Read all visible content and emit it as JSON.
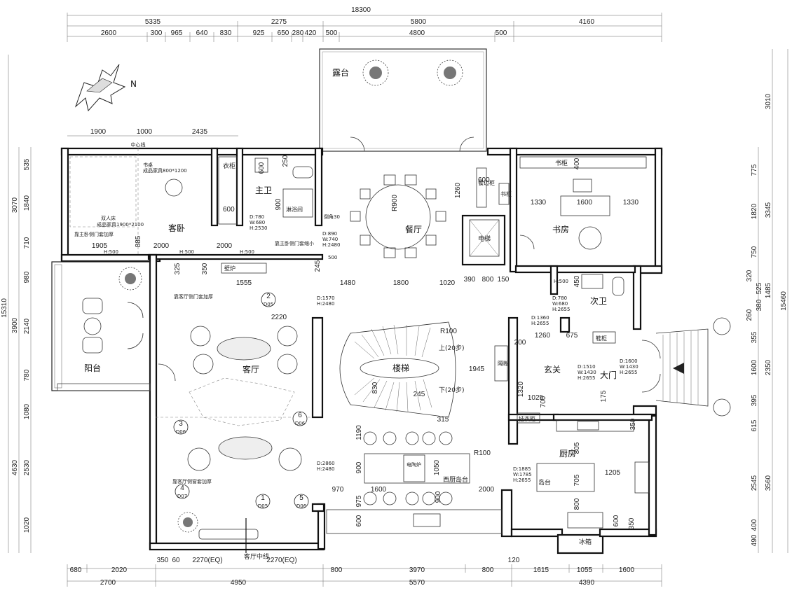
{
  "overall": {
    "width_top": "18300",
    "width_bottom_note": "",
    "height_left": "15310",
    "height_right": "15460"
  },
  "top_dims_row1": [
    "5335",
    "2275",
    "5800",
    "4160"
  ],
  "top_dims_row2": [
    "2600",
    "300",
    "965",
    "640",
    "830",
    "925",
    "650",
    "280",
    "420",
    "500",
    "4800",
    "500"
  ],
  "bedroom_dims_top": [
    "1900",
    "1000",
    "2435"
  ],
  "center_line_label": "中心线",
  "bottom_dims_row1": [
    "680",
    "2020",
    "350",
    "60",
    "2270(EQ)",
    "2270(EQ)",
    "800",
    "3970",
    "800",
    "120",
    "1615",
    "1055",
    "1600"
  ],
  "bottom_dims_row2": [
    "2700",
    "4950",
    "5570",
    "4390"
  ],
  "left_dims_outer": [
    "3070",
    "3900",
    "4630"
  ],
  "left_dims_inner": [
    "535",
    "1840",
    "710",
    "980",
    "2140",
    "780",
    "1080",
    "2530",
    "1020"
  ],
  "right_dims_outer": [
    "3010",
    "3345",
    "1485",
    "2350",
    "3560"
  ],
  "right_dims_inner": [
    "775",
    "1820",
    "750",
    "320",
    "525",
    "380",
    "260",
    "355",
    "1600",
    "395",
    "615",
    "2545",
    "400",
    "490"
  ],
  "rooms": {
    "terrace": "露台",
    "guest_bedroom": "客卧",
    "master_bath": "主卫",
    "shower": "淋浴间",
    "wardrobe": "衣柜",
    "dining": "餐厅",
    "study": "书房",
    "bookcase": "书柜",
    "bookcase2": "书柜",
    "sideboard": "餐边柜",
    "elevator": "电梯",
    "second_bath": "次卫",
    "balcony": "阳台",
    "living": "客厅",
    "stairs": "楼梯",
    "foyer": "玄关",
    "main_door": "大门",
    "shoe_cabinet": "鞋柜",
    "coat_closet": "挂衣柜",
    "kitchen": "厨房",
    "island": "岛台",
    "west_island": "西厨岛台",
    "fridge": "冰箱",
    "fireplace": "壁炉",
    "electric_stove": "电陶炉",
    "partition": "隔断"
  },
  "notes": {
    "desk": "书桌",
    "desk_size": "成品家具800*1200",
    "bed": "双人床",
    "bed_size": "成品家具1900*2100",
    "bed_door_note": "靠主卧侧门套加厚",
    "bed_door_note2": "靠主卧侧门套缩小",
    "living_door_note": "靠客厅侧门套加厚",
    "living_window_note": "靠客厅侧窗套加厚",
    "living_centerline": "客厅中线",
    "stair_up": "上(20步)",
    "stair_down": "下(20步)",
    "chamfer": "倒角30",
    "r900": "R900",
    "r100": "R100",
    "r100b": "R100",
    "d1": "D:780",
    "w1": "W:680",
    "h1": "H:2530",
    "d2": "D:890",
    "w2": "W:740",
    "h2": "H:2480",
    "d3": "D:1570",
    "h3": "H:2480",
    "d4": "D:780",
    "w4": "W:680",
    "h4": "H:2655",
    "d5": "D:1360",
    "h5": "H:2655",
    "d6": "D:1510",
    "w6": "W:1430",
    "h6": "H:2655",
    "d7": "D:1600",
    "w7": "W:1430",
    "h7": "H:2655",
    "d8": "D:2860",
    "h8": "H:2480",
    "d9": "D:1885",
    "w9": "W:1785",
    "h9": "H:2655",
    "h500a": "H:500",
    "h500b": "H:500",
    "h500c": "H:500",
    "h500d": "H:500"
  },
  "inner_dims": {
    "bed_bottom": [
      "1905",
      "885",
      "2000",
      "2000"
    ],
    "wardrobe": "600",
    "wardrobe2": "600",
    "bath_250": "250",
    "bath_600": "600",
    "bath_900": "900",
    "dining_1260": "1260",
    "sideboard_600": "600",
    "study": [
      "1330",
      "1600",
      "1330"
    ],
    "study_400": "400",
    "corridor": [
      "1555",
      "1480",
      "1800",
      "1020",
      "390",
      "800",
      "150"
    ],
    "c325": "325",
    "c350": "350",
    "c245": "245",
    "c500": "500",
    "c450": "450",
    "living_2220": "2220",
    "stair": [
      "1945",
      "830",
      "245",
      "315"
    ],
    "foyer": [
      "200",
      "1260",
      "675",
      "1320",
      "1025",
      "700",
      "175"
    ],
    "kitchen": [
      "805",
      "705",
      "800",
      "1205",
      "350",
      "600",
      "350"
    ],
    "island": [
      "1190",
      "900",
      "1050",
      "970",
      "1600",
      "975",
      "900",
      "600",
      "2000"
    ]
  },
  "tags": [
    {
      "num": "2",
      "code": "D05"
    },
    {
      "num": "6",
      "code": "D06"
    },
    {
      "num": "3",
      "code": "D06"
    },
    {
      "num": "4",
      "code": "D07"
    },
    {
      "num": "1",
      "code": "D05"
    },
    {
      "num": "5",
      "code": "D06"
    }
  ],
  "north_label": "N"
}
